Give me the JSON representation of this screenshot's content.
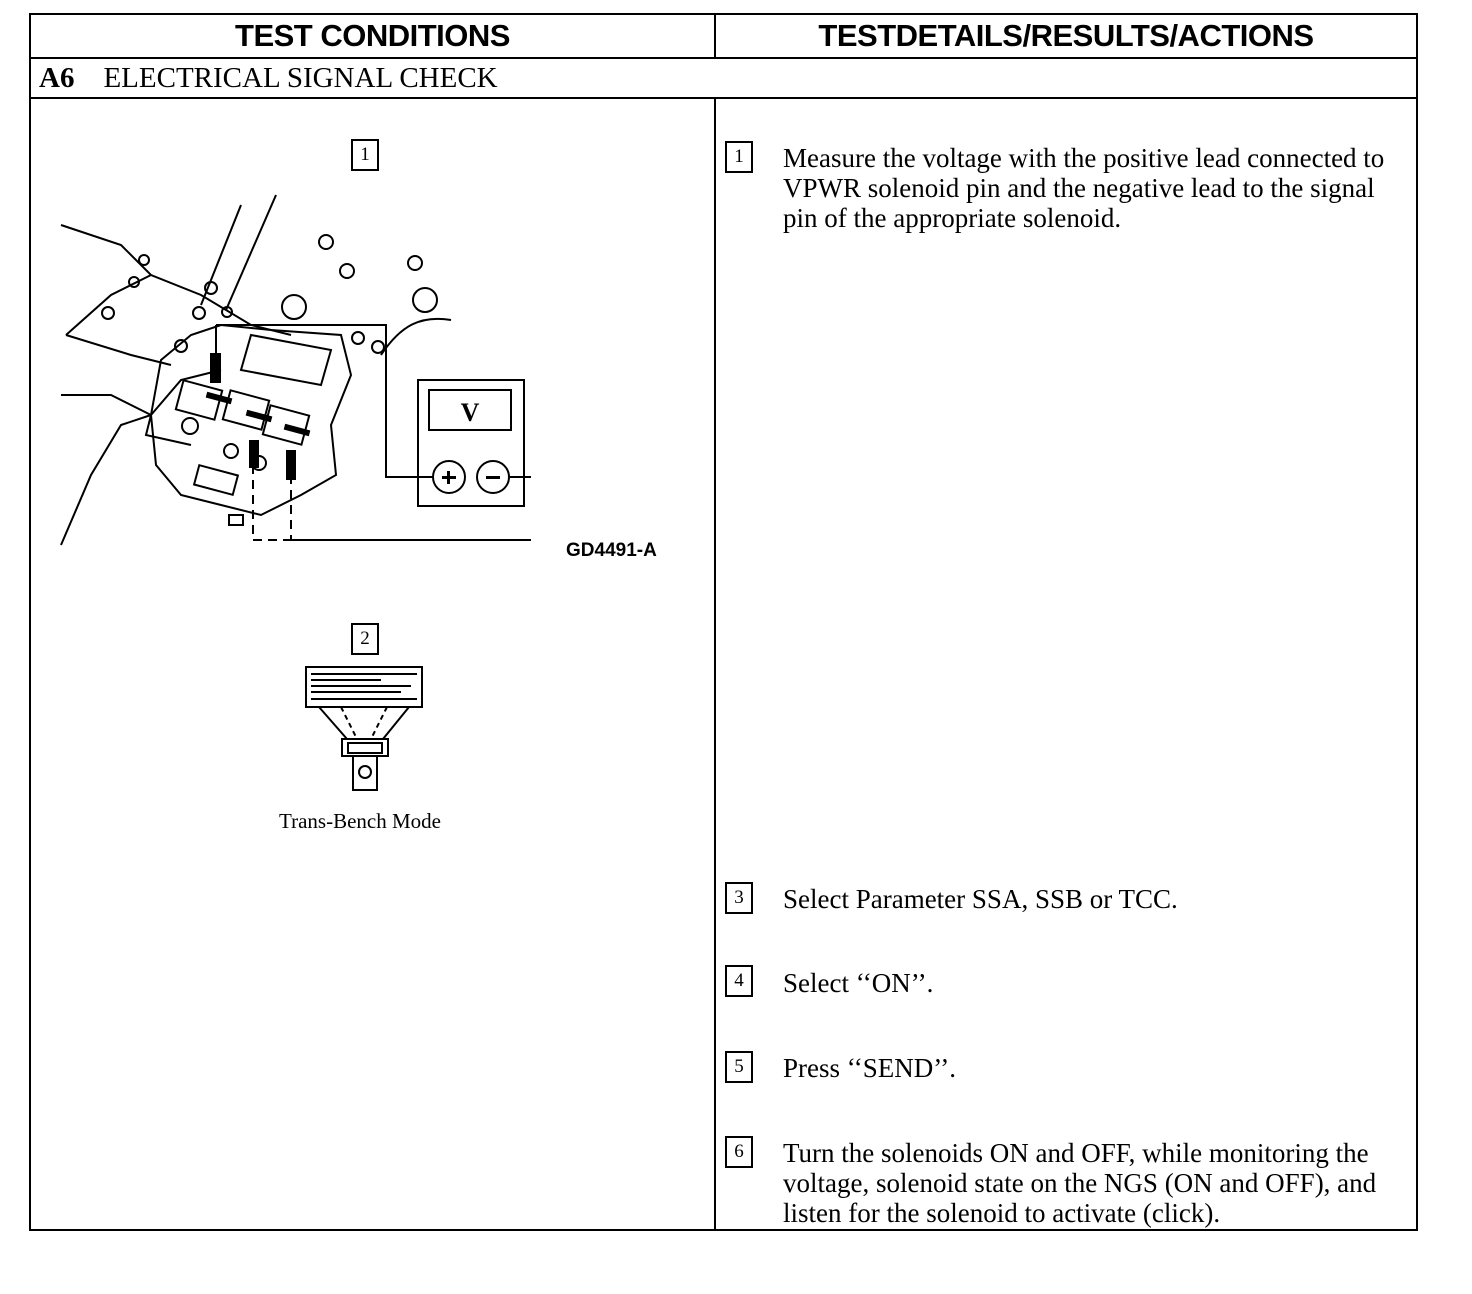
{
  "header": {
    "left": "TEST CONDITIONS",
    "right": "TESTDETAILS/RESULTS/ACTIONS"
  },
  "section": {
    "code": "A6",
    "title": "ELECTRICAL SIGNAL CHECK"
  },
  "figures": {
    "fig1_number": "1",
    "fig1_code": "GD4491-A",
    "meter_symbol": "V",
    "fig2_number": "2",
    "fig2_caption": "Trans-Bench Mode"
  },
  "steps": [
    {
      "num": "1",
      "text": "Measure the voltage with the positive lead connected to VPWR solenoid pin and the negative lead to the signal pin of the appropriate solenoid."
    },
    {
      "num": "3",
      "text": "Select Parameter SSA, SSB or TCC."
    },
    {
      "num": "4",
      "text": "Select ‘‘ON’’."
    },
    {
      "num": "5",
      "text": "Press ‘‘SEND’’."
    },
    {
      "num": "6",
      "text": "Turn the solenoids ON and OFF, while monitoring the voltage, solenoid state on the NGS (ON and OFF), and listen for the solenoid to activate (click)."
    }
  ]
}
